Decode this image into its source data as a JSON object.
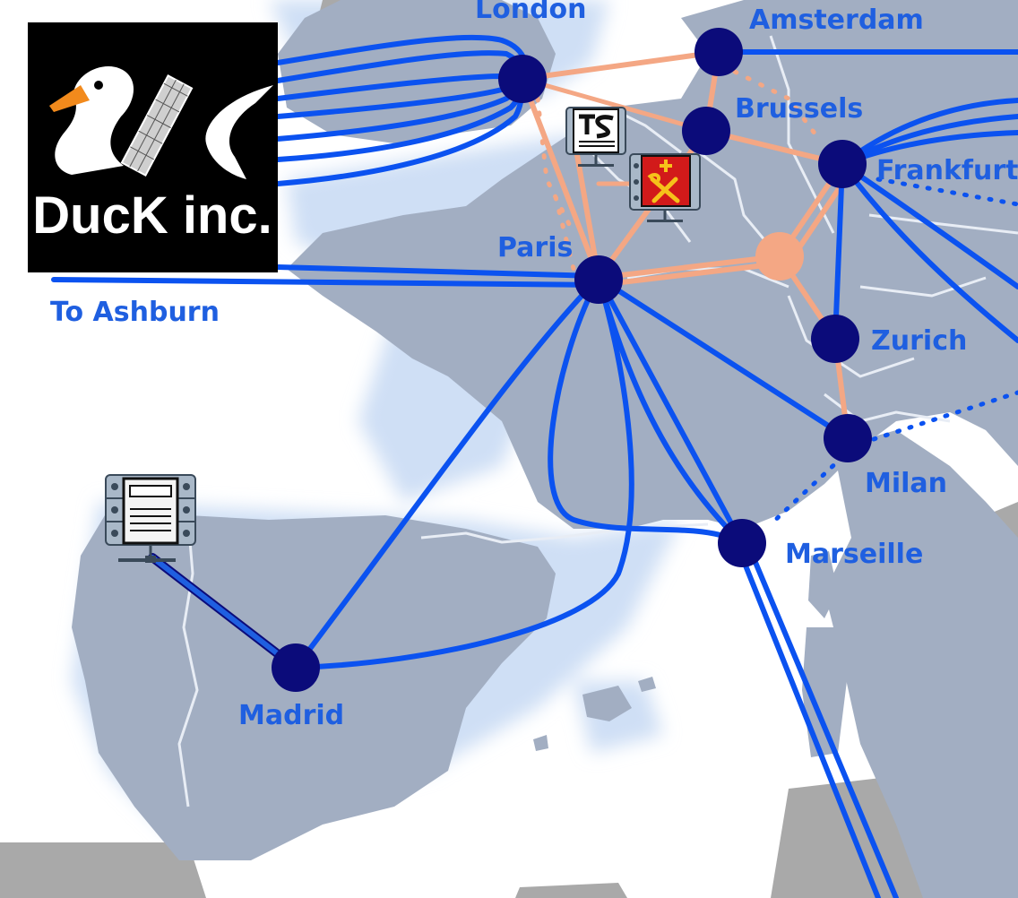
{
  "cities": {
    "london": "London",
    "amsterdam": "Amsterdam",
    "brussels": "Brussels",
    "frankfurt": "Frankfurt",
    "paris": "Paris",
    "zurich": "Zurich",
    "milan": "Milan",
    "marseille": "Marseille",
    "madrid": "Madrid"
  },
  "labels": {
    "to_ashburn": "To Ashburn"
  },
  "logo": {
    "company": "DucK inc."
  },
  "colors": {
    "sea": "#ffffff",
    "coast_glow": "#d7e4f7",
    "land_outside": "#a7a7a7",
    "land": "#a2aec2",
    "border": "#e8edf5",
    "backbone": "#0b52f0",
    "node": "#0b0b7a",
    "local_link": "#f4a784",
    "server_icon": "#a9b8c8",
    "logo_bg": "#000000"
  },
  "icons": {
    "servers": [
      "server-rack-icon",
      "ts-server-icon",
      "hammer-pick-server-icon"
    ],
    "logo": "duck-keyboard-logo"
  }
}
